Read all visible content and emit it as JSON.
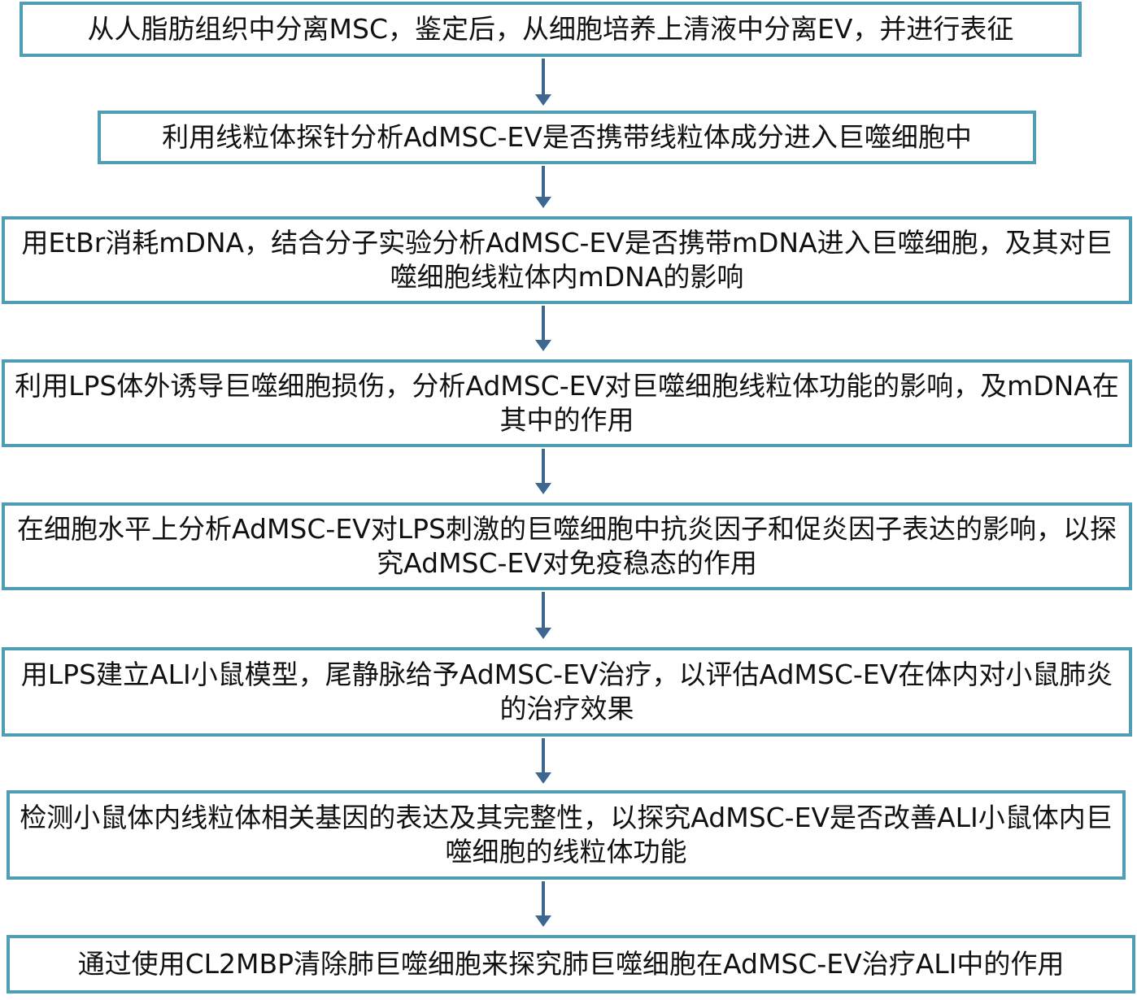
{
  "flowchart": {
    "steps": [
      "从人脂肪组织中分离MSC，鉴定后，从细胞培养上清液中分离EV，并进行表征",
      "利用线粒体探针分析AdMSC-EV是否携带线粒体成分进入巨噬细胞中",
      "用EtBr消耗mDNA，结合分子实验分析AdMSC-EV是否携带mDNA进入巨噬细胞，及其对巨噬细胞线粒体内mDNA的影响",
      "利用LPS体外诱导巨噬细胞损伤，分析AdMSC-EV对巨噬细胞线粒体功能的影响，及mDNA在其中的作用",
      "在细胞水平上分析AdMSC-EV对LPS刺激的巨噬细胞中抗炎因子和促炎因子表达的影响，以探究AdMSC-EV对免疫稳态的作用",
      "用LPS建立ALI小鼠模型，尾静脉给予AdMSC-EV治疗，以评估AdMSC-EV在体内对小鼠肺炎的治疗效果",
      "检测小鼠体内线粒体相关基因的表达及其完整性，以探究AdMSC-EV是否改善ALI小鼠体内巨噬细胞的线粒体功能",
      "通过使用CL2MBP清除肺巨噬细胞来探究肺巨噬细胞在AdMSC-EV治疗ALI中的作用"
    ],
    "colors": {
      "box_border": "#4f9eb3",
      "arrow": "#3f6591"
    }
  }
}
